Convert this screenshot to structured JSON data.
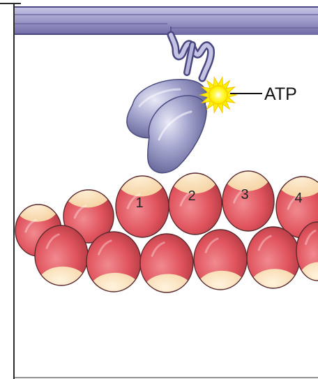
{
  "labels": {
    "atp": "ATP",
    "monomers": [
      "1",
      "2",
      "3",
      "4"
    ]
  },
  "colors": {
    "background": "#ffffff",
    "frame": "#2a2a2a",
    "thick_filament": "#9c98c8",
    "thick_filament_dark": "#4a4680",
    "myosin_head": "#a5a6cf",
    "myosin_head_dark": "#5a5b8e",
    "actin_red": "#e0535d",
    "actin_red_dark": "#a9353d",
    "actin_cream": "#fbe0b8",
    "atp_glow": "#fff200",
    "atp_glow_edge": "#f3c400",
    "text": "#111111"
  }
}
